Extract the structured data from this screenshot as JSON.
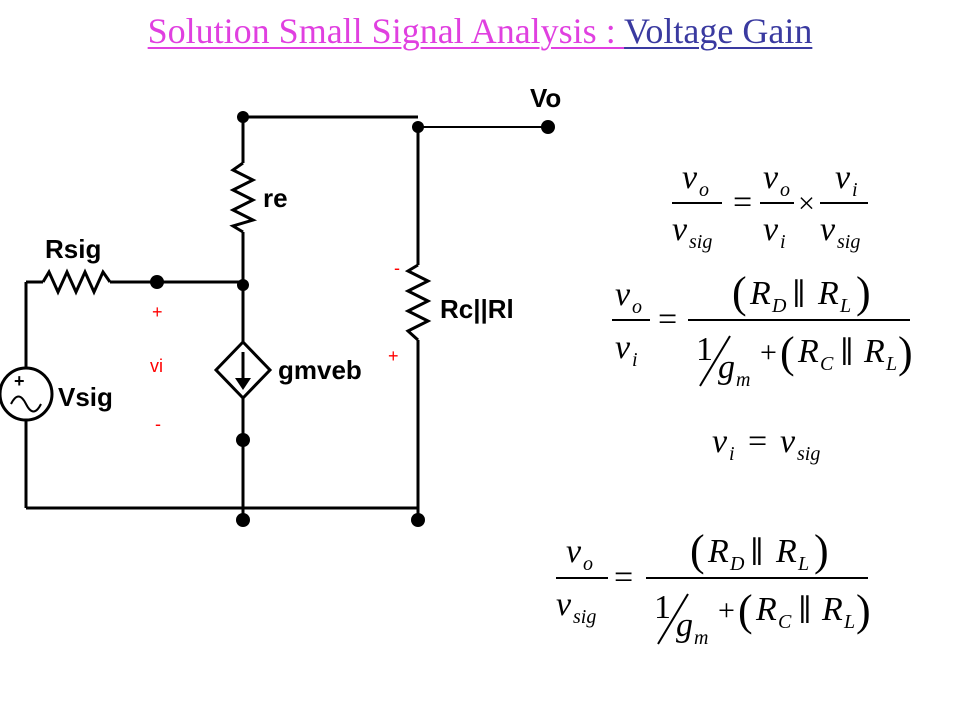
{
  "title": {
    "part1": "Solution Small Signal Analysis : ",
    "part2": "Voltage Gain",
    "colors": {
      "part1": "#e040e0",
      "part2": "#3a3aa0"
    }
  },
  "circuit": {
    "vo": "Vo",
    "re": "re",
    "rsig": "Rsig",
    "rc_rl": "Rc||Rl",
    "gmveb": "gmveb",
    "vsig": "Vsig",
    "vi_plus": "+",
    "vi_label": "vi",
    "vi_minus": "-",
    "rc_minus": "-",
    "rc_plus": "+",
    "source_plus": "+"
  },
  "equations": {
    "eq1": {
      "vo": "v",
      "vo_sub": "o",
      "vsig": "v",
      "vsig_sub": "sig",
      "vi": "v",
      "vi_sub": "i",
      "equals": "=",
      "times": "×"
    },
    "eq2": {
      "R_D": "R",
      "D": "D",
      "R_L": "R",
      "L": "L",
      "one": "1",
      "g": "g",
      "m": "m",
      "R_C": "R",
      "C": "C",
      "par": "∥",
      "plus": "+"
    },
    "eq3": {
      "text_vi": "v",
      "i": "i",
      "eq": "=",
      "vsig": "v",
      "sig": "sig"
    }
  }
}
